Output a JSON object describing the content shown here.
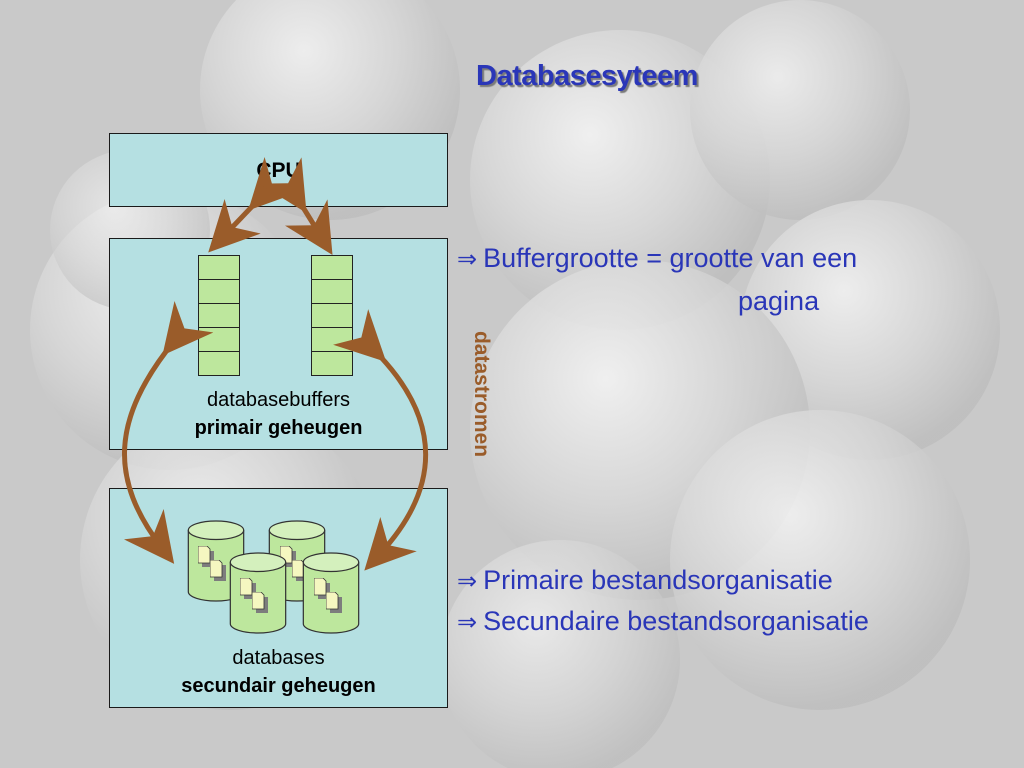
{
  "title": "Databasesyteem",
  "cpu": {
    "label": "CPU"
  },
  "primary": {
    "line1": "databasebuffers",
    "line2": "primair geheugen"
  },
  "secondary": {
    "line1": "databases",
    "line2": "secundair geheugen"
  },
  "side_label": "datastromen",
  "bullets": {
    "symbol": "⇒",
    "b1_line1": "Buffergrootte = grootte van een",
    "b1_line2": "pagina",
    "b2": "Primaire bestandsorganisatie",
    "b3": "Secundaire bestandsorganisatie"
  },
  "colors": {
    "box_fill": "#b5e0e2",
    "arrow": "#9a5c2a",
    "title": "#2a36b8",
    "cylinder": "#bde79d"
  },
  "icons": [
    "double-arrow-icon",
    "database-cylinder-icon",
    "document-icon"
  ]
}
